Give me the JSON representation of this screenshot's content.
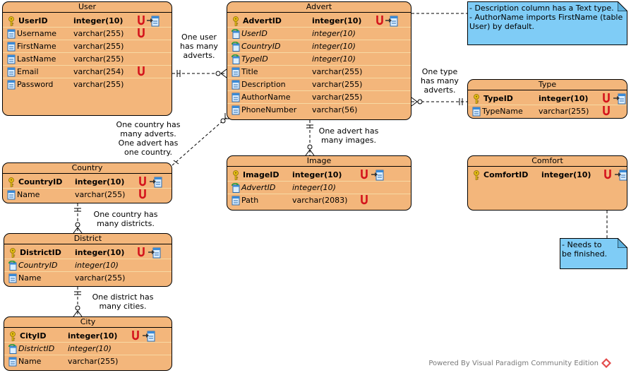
{
  "entities": {
    "user": {
      "title": "User",
      "columns": [
        {
          "name": "UserID",
          "type": "integer(10)",
          "kind": "pk",
          "unique": true
        },
        {
          "name": "Username",
          "type": "varchar(255)",
          "kind": "col",
          "unique": true
        },
        {
          "name": "FirstName",
          "type": "varchar(255)",
          "kind": "col",
          "unique": false
        },
        {
          "name": "LastName",
          "type": "varchar(255)",
          "kind": "col",
          "unique": false
        },
        {
          "name": "Email",
          "type": "varchar(254)",
          "kind": "col",
          "unique": true
        },
        {
          "name": "Password",
          "type": "varchar(255)",
          "kind": "col",
          "unique": false
        }
      ]
    },
    "advert": {
      "title": "Advert",
      "columns": [
        {
          "name": "AdvertID",
          "type": "integer(10)",
          "kind": "pk",
          "unique": true
        },
        {
          "name": "UserID",
          "type": "integer(10)",
          "kind": "fk",
          "unique": false
        },
        {
          "name": "CountryID",
          "type": "integer(10)",
          "kind": "fk",
          "unique": false
        },
        {
          "name": "TypeID",
          "type": "integer(10)",
          "kind": "fk",
          "unique": false
        },
        {
          "name": "Title",
          "type": "varchar(255)",
          "kind": "col",
          "unique": false
        },
        {
          "name": "Description",
          "type": "varchar(255)",
          "kind": "col",
          "unique": false
        },
        {
          "name": "AuthorName",
          "type": "varchar(255)",
          "kind": "col",
          "unique": false
        },
        {
          "name": "PhoneNumber",
          "type": "varchar(56)",
          "kind": "col",
          "unique": false
        }
      ]
    },
    "type": {
      "title": "Type",
      "columns": [
        {
          "name": "TypeID",
          "type": "integer(10)",
          "kind": "pk",
          "unique": true
        },
        {
          "name": "TypeName",
          "type": "varchar(255)",
          "kind": "col",
          "unique": true
        }
      ]
    },
    "country": {
      "title": "Country",
      "columns": [
        {
          "name": "CountryID",
          "type": "integer(10)",
          "kind": "pk",
          "unique": true
        },
        {
          "name": "Name",
          "type": "varchar(255)",
          "kind": "col",
          "unique": true
        }
      ]
    },
    "image": {
      "title": "Image",
      "columns": [
        {
          "name": "ImageID",
          "type": "integer(10)",
          "kind": "pk",
          "unique": true
        },
        {
          "name": "AdvertID",
          "type": "integer(10)",
          "kind": "fk",
          "unique": false
        },
        {
          "name": "Path",
          "type": "varchar(2083)",
          "kind": "col",
          "unique": true
        }
      ]
    },
    "comfort": {
      "title": "Comfort",
      "columns": [
        {
          "name": "ComfortID",
          "type": "integer(10)",
          "kind": "pk",
          "unique": true
        }
      ]
    },
    "district": {
      "title": "District",
      "columns": [
        {
          "name": "DistrictID",
          "type": "integer(10)",
          "kind": "pk",
          "unique": true
        },
        {
          "name": "CountryID",
          "type": "integer(10)",
          "kind": "fk",
          "unique": false
        },
        {
          "name": "Name",
          "type": "varchar(255)",
          "kind": "col",
          "unique": false
        }
      ]
    },
    "city": {
      "title": "City",
      "columns": [
        {
          "name": "CityID",
          "type": "integer(10)",
          "kind": "pk",
          "unique": true
        },
        {
          "name": "DistrictID",
          "type": "integer(10)",
          "kind": "fk",
          "unique": false
        },
        {
          "name": "Name",
          "type": "varchar(255)",
          "kind": "col",
          "unique": false
        }
      ]
    }
  },
  "notes": {
    "advert_note": [
      "- Description column has a Text type.",
      "- AuthorName imports FirstName (table User) by default."
    ],
    "comfort_note": [
      "- Needs to",
      "be finished."
    ]
  },
  "labels": {
    "user_advert": [
      "One user",
      "has many",
      "adverts."
    ],
    "country_advert": [
      "One country has",
      "many adverts.",
      "One advert has",
      "one country."
    ],
    "advert_type": [
      "One type",
      "has many",
      "adverts."
    ],
    "advert_image": [
      "One advert has",
      "many images."
    ],
    "country_district": [
      "One country has",
      "many districts."
    ],
    "district_city": [
      "One district has",
      "many cities."
    ]
  },
  "footer": "Powered By Visual Paradigm Community Edition",
  "colors": {
    "entity_fill": "#f3b67b",
    "row_separator": "#f7d9a3",
    "note_fill": "#7fccf6",
    "unique_marker": "#d4141c",
    "key_icon": "#e8c019",
    "column_icon": "#3a8ad6",
    "footer_text": "#7a7a7a"
  },
  "icons": {
    "primary_key": "key-icon",
    "foreign_key": "foreign-key-icon",
    "column": "column-icon",
    "unique": "unique-constraint-icon",
    "reference": "reference-arrow-icon"
  }
}
